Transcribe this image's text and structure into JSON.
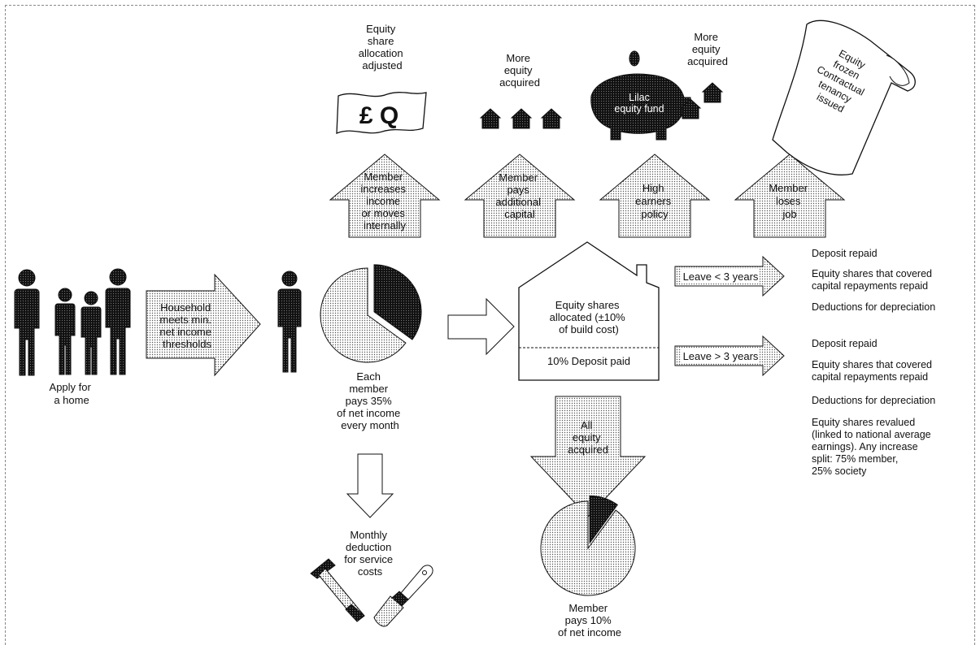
{
  "apply": {
    "lines": [
      "Apply for",
      "a home"
    ]
  },
  "household_arrow": {
    "lines": [
      "Household",
      "meets min.",
      "net income",
      "thresholds"
    ]
  },
  "each_member": {
    "lines": [
      "Each",
      "member",
      "pays 35%",
      "of net income",
      "every month"
    ]
  },
  "monthly": {
    "lines": [
      "Monthly",
      "deduction",
      "for service",
      "costs"
    ]
  },
  "house": {
    "equity_lines": [
      "Equity shares",
      "allocated (±10%",
      "of build cost)"
    ],
    "deposit": "10% Deposit paid"
  },
  "all_equity": {
    "lines": [
      "All",
      "equity",
      "acquired"
    ]
  },
  "member_pays_10": {
    "lines": [
      "Member",
      "pays 10%",
      "of net income"
    ]
  },
  "up_arrows": [
    {
      "lines": [
        "Member",
        "increases",
        "income",
        "or moves",
        "internally"
      ]
    },
    {
      "lines": [
        "Member",
        "pays",
        "additional",
        "capital"
      ]
    },
    {
      "lines": [
        "High",
        "earners",
        "policy"
      ]
    },
    {
      "lines": [
        "Member",
        "loses",
        "job"
      ]
    }
  ],
  "top_labels": {
    "equity_adjusted": [
      "Equity",
      "share",
      "allocation",
      "adjusted"
    ],
    "more_equity_1": [
      "More",
      "equity",
      "acquired"
    ],
    "more_equity_2": [
      "More",
      "equity",
      "acquired"
    ],
    "fund_lines": [
      "Lilac",
      "equity fund"
    ],
    "scroll_lines": [
      "Equity",
      "frozen",
      "Contractual",
      "tenancy",
      "issued"
    ],
    "money_symbols": "£ Q"
  },
  "leave_short": {
    "label": "Leave < 3 years",
    "outcomes": [
      {
        "lines": [
          "Deposit repaid"
        ]
      },
      {
        "lines": [
          "Equity shares that covered",
          "capital repayments repaid"
        ]
      },
      {
        "lines": [
          "Deductions for depreciation"
        ]
      }
    ]
  },
  "leave_long": {
    "label": "Leave > 3 years",
    "outcomes": [
      {
        "lines": [
          "Deposit repaid"
        ]
      },
      {
        "lines": [
          "Equity shares that covered",
          "capital repayments repaid"
        ]
      },
      {
        "lines": [
          "Deductions for depreciation"
        ]
      },
      {
        "lines": [
          "Equity shares revalued",
          "(linked to national average",
          "earnings). Any increase",
          "split: 75% member,",
          "25% society"
        ]
      }
    ]
  },
  "pies": {
    "monthly_share_percent": 35,
    "member_share_percent": 10
  },
  "colors": {
    "ink": "#111111",
    "stipple_light": "#cfcfcf",
    "stipple_dark": "#1a1a1a",
    "frame": "#888888"
  }
}
